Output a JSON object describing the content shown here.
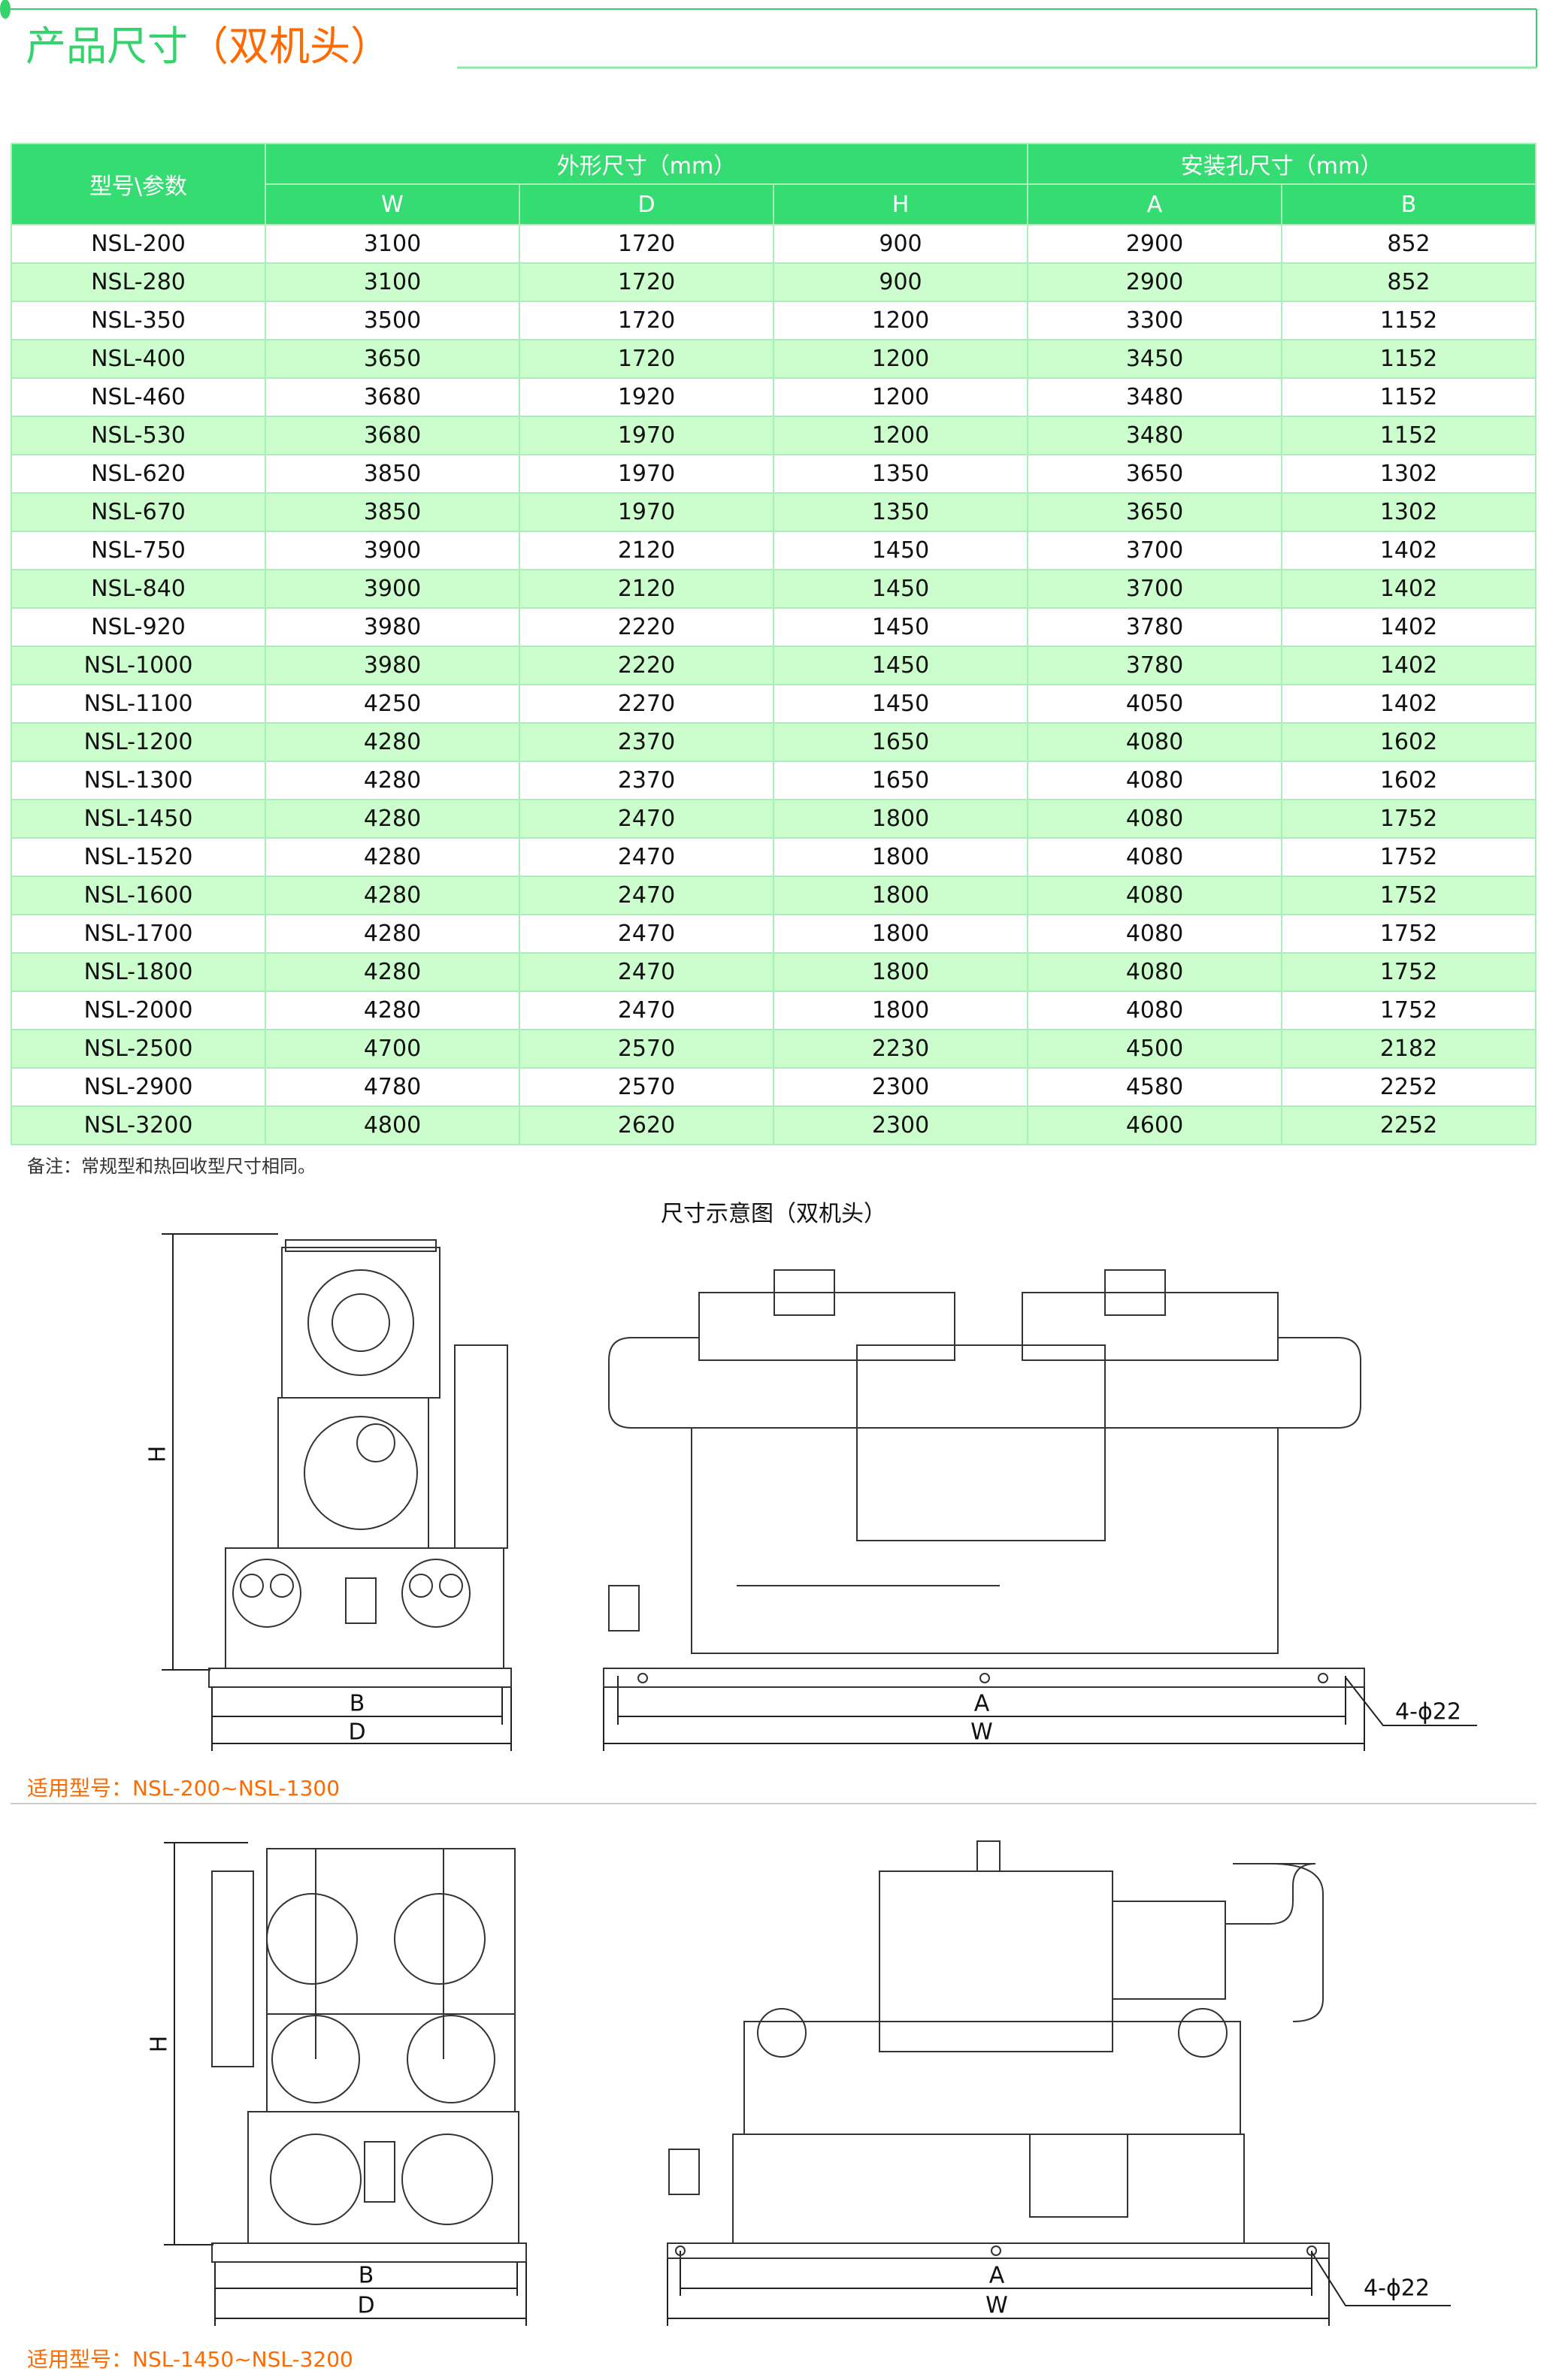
{
  "header": {
    "title_main": "产品尺寸",
    "title_sub": "（双机头）"
  },
  "table": {
    "col_model": "型号\\参数",
    "group_outer": "外形尺寸（mm）",
    "group_mount": "安装孔尺寸（mm）",
    "sub_headers": [
      "W",
      "D",
      "H",
      "A",
      "B"
    ],
    "rows": [
      [
        "NSL-200",
        "3100",
        "1720",
        "900",
        "2900",
        "852"
      ],
      [
        "NSL-280",
        "3100",
        "1720",
        "900",
        "2900",
        "852"
      ],
      [
        "NSL-350",
        "3500",
        "1720",
        "1200",
        "3300",
        "1152"
      ],
      [
        "NSL-400",
        "3650",
        "1720",
        "1200",
        "3450",
        "1152"
      ],
      [
        "NSL-460",
        "3680",
        "1920",
        "1200",
        "3480",
        "1152"
      ],
      [
        "NSL-530",
        "3680",
        "1970",
        "1200",
        "3480",
        "1152"
      ],
      [
        "NSL-620",
        "3850",
        "1970",
        "1350",
        "3650",
        "1302"
      ],
      [
        "NSL-670",
        "3850",
        "1970",
        "1350",
        "3650",
        "1302"
      ],
      [
        "NSL-750",
        "3900",
        "2120",
        "1450",
        "3700",
        "1402"
      ],
      [
        "NSL-840",
        "3900",
        "2120",
        "1450",
        "3700",
        "1402"
      ],
      [
        "NSL-920",
        "3980",
        "2220",
        "1450",
        "3780",
        "1402"
      ],
      [
        "NSL-1000",
        "3980",
        "2220",
        "1450",
        "3780",
        "1402"
      ],
      [
        "NSL-1100",
        "4250",
        "2270",
        "1450",
        "4050",
        "1402"
      ],
      [
        "NSL-1200",
        "4280",
        "2370",
        "1650",
        "4080",
        "1602"
      ],
      [
        "NSL-1300",
        "4280",
        "2370",
        "1650",
        "4080",
        "1602"
      ],
      [
        "NSL-1450",
        "4280",
        "2470",
        "1800",
        "4080",
        "1752"
      ],
      [
        "NSL-1520",
        "4280",
        "2470",
        "1800",
        "4080",
        "1752"
      ],
      [
        "NSL-1600",
        "4280",
        "2470",
        "1800",
        "4080",
        "1752"
      ],
      [
        "NSL-1700",
        "4280",
        "2470",
        "1800",
        "4080",
        "1752"
      ],
      [
        "NSL-1800",
        "4280",
        "2470",
        "1800",
        "4080",
        "1752"
      ],
      [
        "NSL-2000",
        "4280",
        "2470",
        "1800",
        "4080",
        "1752"
      ],
      [
        "NSL-2500",
        "4700",
        "2570",
        "2230",
        "4500",
        "2182"
      ],
      [
        "NSL-2900",
        "4780",
        "2570",
        "2300",
        "4580",
        "2252"
      ],
      [
        "NSL-3200",
        "4800",
        "2620",
        "2300",
        "4600",
        "2252"
      ]
    ]
  },
  "note": "备注：常规型和热回收型尺寸相同。",
  "diagram_title": "尺寸示意图（双机头）",
  "diagram1": {
    "h": "H",
    "b": "B",
    "d": "D",
    "a": "A",
    "w": "W",
    "holes": "4-ϕ22",
    "fit": "适用型号：NSL-200~NSL-1300"
  },
  "diagram2": {
    "h": "H",
    "b": "B",
    "d": "D",
    "a": "A",
    "w": "W",
    "holes": "4-ϕ22",
    "fit": "适用型号：NSL-1450~NSL-3200"
  },
  "colors": {
    "green": "#35dc72",
    "light_green": "#ccfdcc",
    "orange": "#ff6a00"
  }
}
